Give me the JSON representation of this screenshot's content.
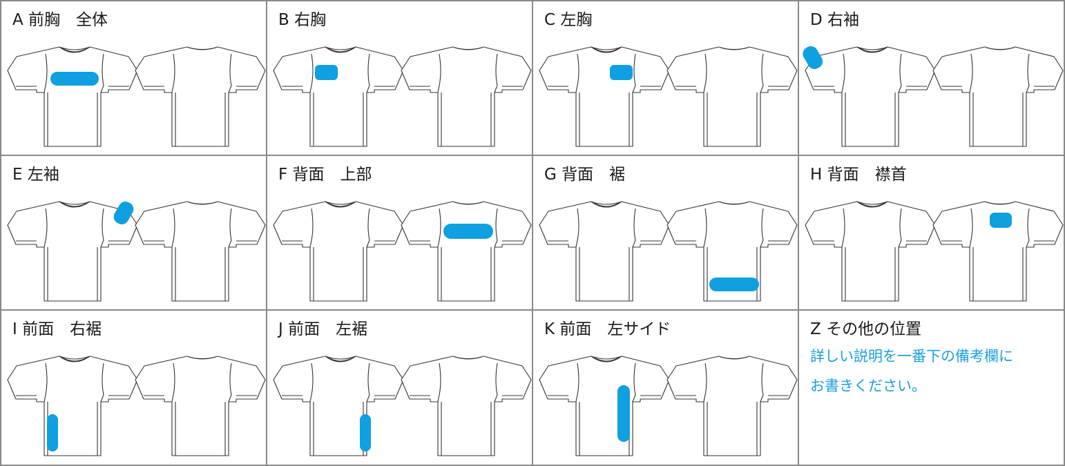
{
  "colors": {
    "highlight": "#0ea0e0",
    "outline": "#333333",
    "grid": "#888888",
    "note_text": "#1aa0dc"
  },
  "cells": [
    {
      "label": "A 前胸　全体",
      "mark": {
        "side": "front",
        "area": "chest-full"
      }
    },
    {
      "label": "B 右胸",
      "mark": {
        "side": "front",
        "area": "right-chest"
      }
    },
    {
      "label": "C 左胸",
      "mark": {
        "side": "front",
        "area": "left-chest"
      }
    },
    {
      "label": "D 右袖",
      "mark": {
        "side": "front",
        "area": "right-sleeve"
      }
    },
    {
      "label": "E 左袖",
      "mark": {
        "side": "front",
        "area": "left-sleeve"
      }
    },
    {
      "label": "F 背面　上部",
      "mark": {
        "side": "back",
        "area": "upper-back"
      }
    },
    {
      "label": "G 背面　裾",
      "mark": {
        "side": "back",
        "area": "back-hem"
      }
    },
    {
      "label": "H 背面　襟首",
      "mark": {
        "side": "back",
        "area": "back-neck"
      }
    },
    {
      "label": "I 前面　右裾",
      "mark": {
        "side": "front",
        "area": "right-hem"
      }
    },
    {
      "label": "J 前面　左裾",
      "mark": {
        "side": "front",
        "area": "left-hem"
      }
    },
    {
      "label": "K 前面　左サイド",
      "mark": {
        "side": "front",
        "area": "left-side"
      }
    },
    {
      "label": "Z その他の位置",
      "note": [
        "詳しい説明を一番下の備考欄に",
        "お書きください。"
      ]
    }
  ]
}
